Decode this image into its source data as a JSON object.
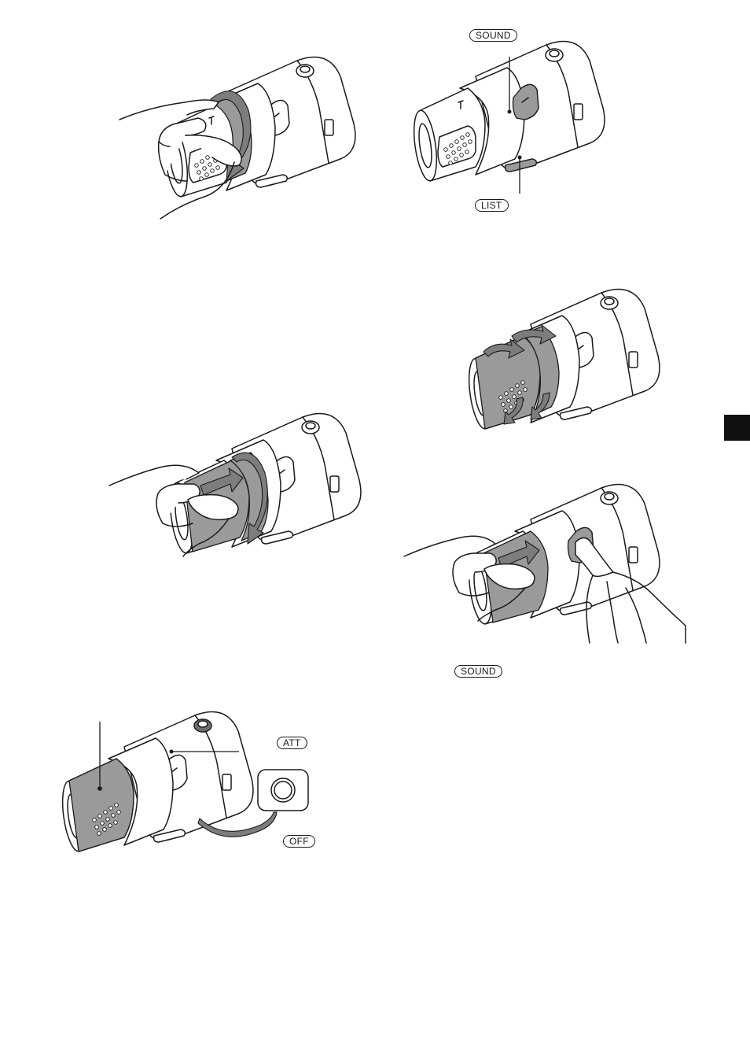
{
  "labels": {
    "sound_top": "SOUND",
    "list": "LIST",
    "sound_bottom": "SOUND",
    "att": "ATT",
    "off": "OFF"
  },
  "colors": {
    "ink": "#1a1a1a",
    "highlight_gray": "#9a9a9a",
    "arrow_gray": "#7d7d7d",
    "side_tab": "#111111"
  },
  "icons": {
    "controller": "rotary-commander-icon",
    "rotate_arrow": "rotate-arrow-icon",
    "push_arrow": "push-arrow-icon",
    "hand": "hand-icon"
  }
}
